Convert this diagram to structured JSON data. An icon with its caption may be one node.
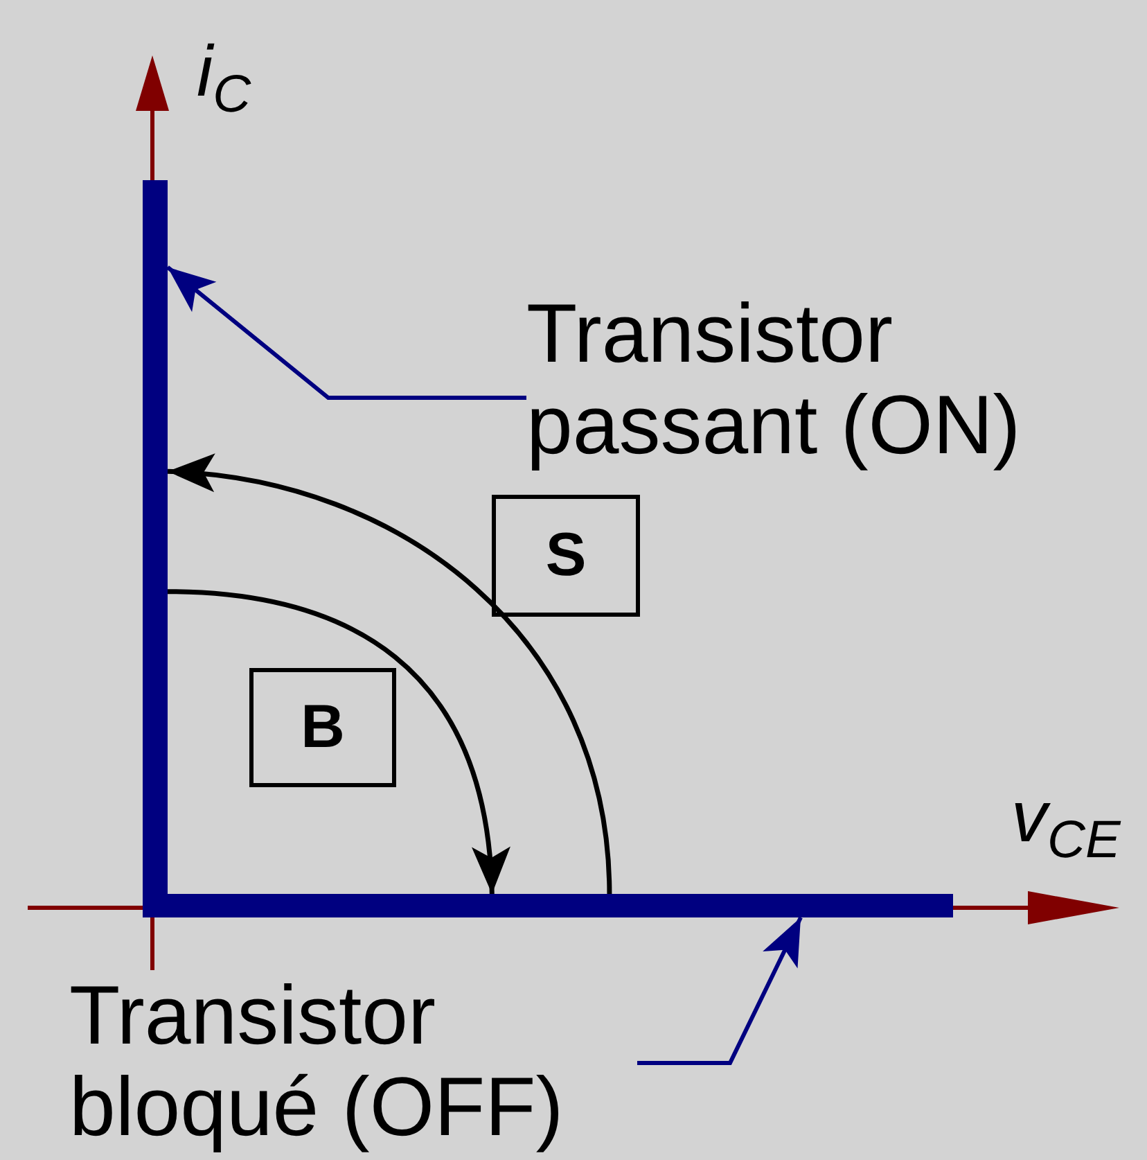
{
  "diagram": {
    "nodes": [
      {
        "text": [],
        "shape": "bar"
      },
      {
        "text": [],
        "shape": "bar"
      },
      {
        "text": [
          "Transistor passant (ON)"
        ]
      },
      {
        "text": [
          "S"
        ]
      },
      {
        "text": [
          "B"
        ]
      },
      {
        "text": [
          "Transistor bloqué (OFF)"
        ]
      }
    ],
    "edges": [
      {
        "from": 2,
        "to": 0,
        "arrow": "to",
        "color": "#000080"
      },
      {
        "from": 1,
        "to": 0,
        "arrow": "to",
        "color": "#000000"
      },
      {
        "from": 0,
        "to": 1,
        "arrow": "to",
        "color": "#000000"
      },
      {
        "from": 5,
        "to": 1,
        "arrow": "to",
        "color": "#000080"
      }
    ],
    "labels": [
      "i$_{C}$",
      "v$_{CE}$"
    ]
  }
}
